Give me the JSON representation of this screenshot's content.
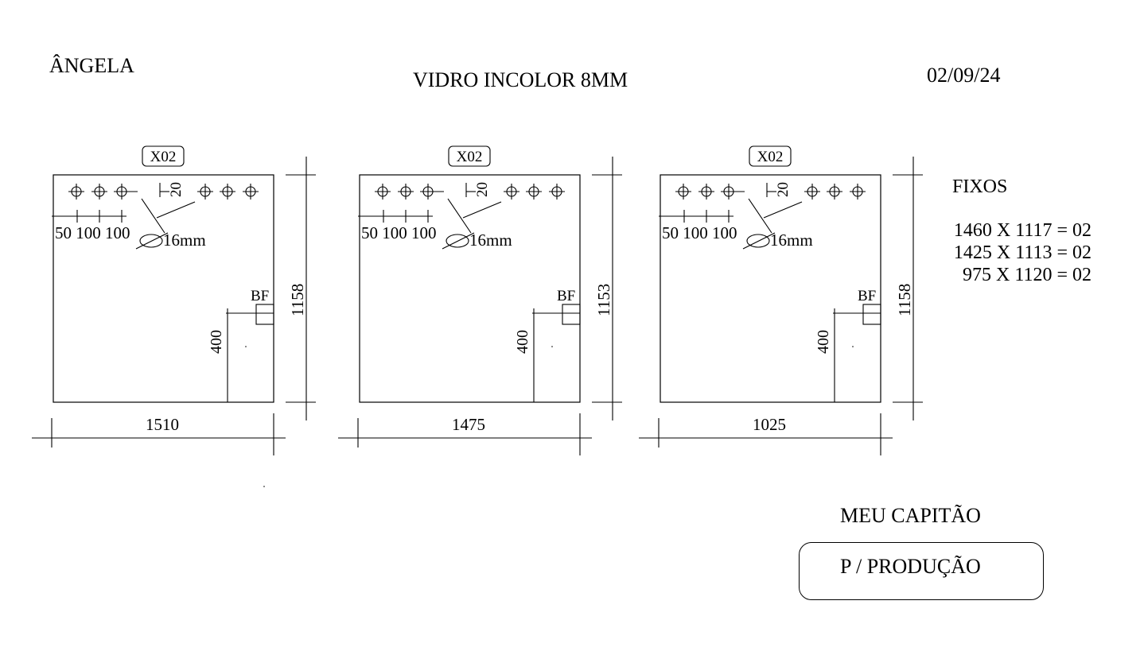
{
  "header": {
    "client": "ÂNGELA",
    "title": "VIDRO INCOLOR 8MM",
    "date": "02/09/24"
  },
  "panels": [
    {
      "qty_tag": "X02",
      "hole_spacing": [
        "50",
        "100",
        "100"
      ],
      "hole_offset": "20",
      "hole_diameter": "16mm",
      "lock_label": "BF",
      "lock_height": "400",
      "width": "1510",
      "height": "1158"
    },
    {
      "qty_tag": "X02",
      "hole_spacing": [
        "50",
        "100",
        "100"
      ],
      "hole_offset": "20",
      "hole_diameter": "16mm",
      "lock_label": "BF",
      "lock_height": "400",
      "width": "1475",
      "height": "1153"
    },
    {
      "qty_tag": "X02",
      "hole_spacing": [
        "50",
        "100",
        "100"
      ],
      "hole_offset": "20",
      "hole_diameter": "16mm",
      "lock_label": "BF",
      "lock_height": "400",
      "width": "1025",
      "height": "1158"
    }
  ],
  "fixos": {
    "heading": "FIXOS",
    "lines": [
      "1460 X 1117 = 02",
      "1425 X 1113 = 02",
      "975 X 1120 = 02"
    ]
  },
  "footer": {
    "signature": "MEU CAPITÃO",
    "stamp": "P / PRODUÇÃO"
  }
}
